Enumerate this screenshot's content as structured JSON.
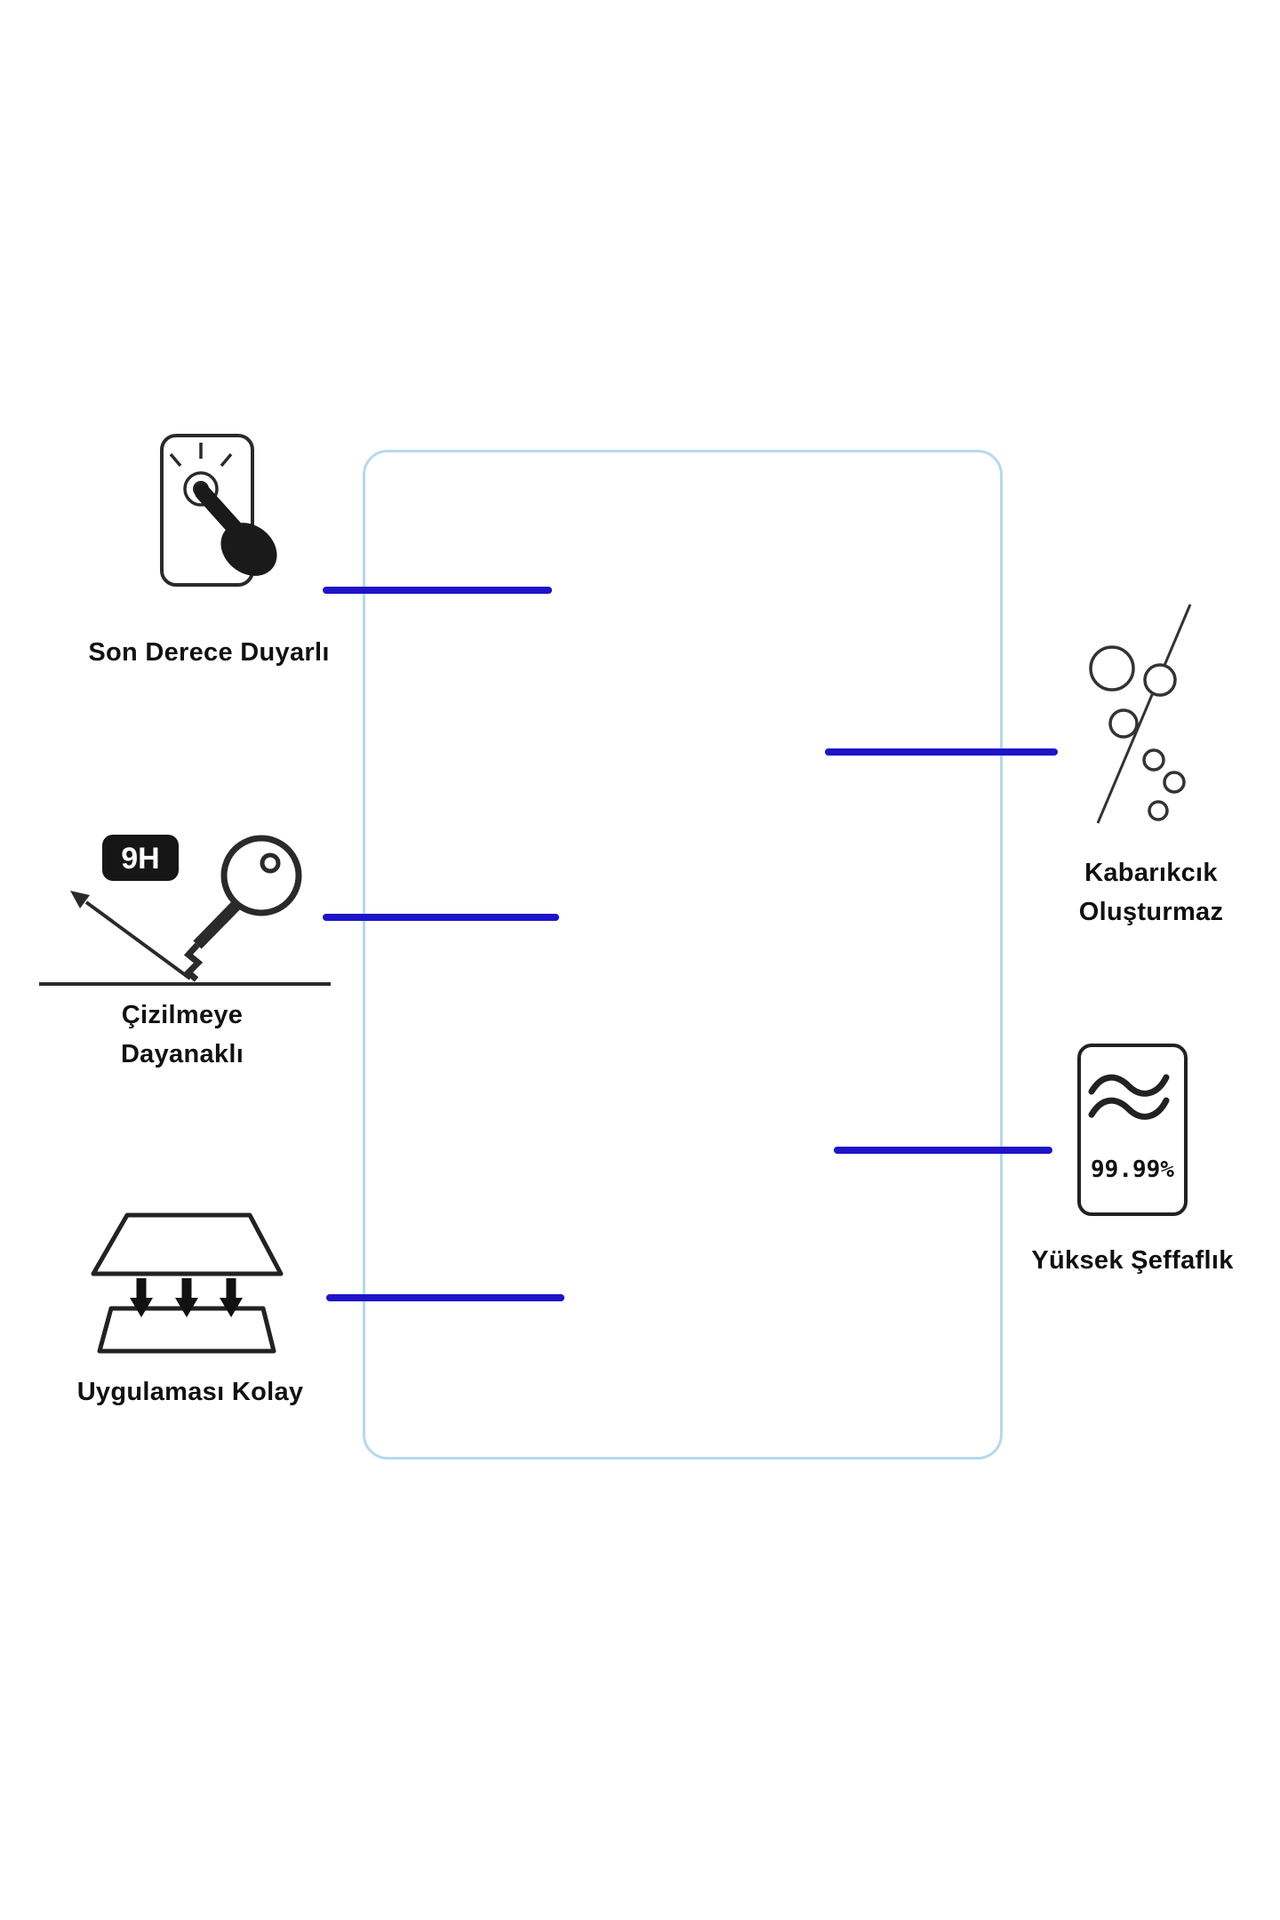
{
  "colors": {
    "line_color": "#1e14c8",
    "protector_border_color": "#b5d9ec"
  },
  "features": {
    "sensitive": {
      "label": "Son Derece Duyarlı"
    },
    "scratch": {
      "badge": "9H",
      "label_line1": "Çizilmeye",
      "label_line2": "Dayanaklı"
    },
    "easy_apply": {
      "label": "Uygulaması Kolay"
    },
    "no_bubbles": {
      "label_line1": "Kabarıkcık",
      "label_line2": "Oluşturmaz"
    },
    "transparency": {
      "value": "99.99%",
      "label": "Yüksek Şeffaflık"
    }
  }
}
